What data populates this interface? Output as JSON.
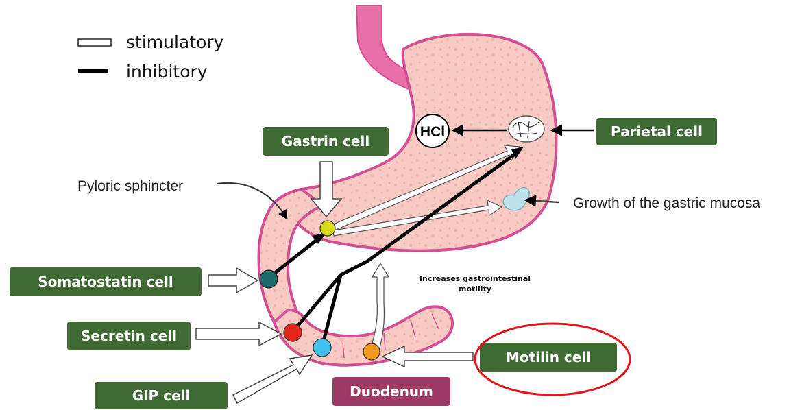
{
  "legend": {
    "stimulatory": "stimulatory",
    "inhibitory": "inhibitory"
  },
  "labels": {
    "gastrin_cell": "Gastrin cell",
    "parietal_cell": "Parietal cell",
    "hcl": "HCl",
    "pyloric_sphincter": "Pyloric sphincter",
    "growth_mucosa": "Growth of the gastric mucosa",
    "somatostatin_cell": "Somatostatin cell",
    "secretin_cell": "Secretin cell",
    "gip_cell": "GIP cell",
    "duodenum": "Duodenum",
    "motilin_cell": "Motilin cell",
    "motility_line1": "Increases gastrointestinal",
    "motility_line2": "motility"
  },
  "colors": {
    "label_green": "#3f6a33",
    "duodenum_label": "#9c3a63",
    "stomach_fill": "#f6c9c3",
    "stomach_outline": "#d34f93",
    "highlight_circle": "#e8141c",
    "gastrin_dot": "#d8d816",
    "somatostatin_dot": "#1f6c6e",
    "secretin_dot": "#e3271b",
    "gip_dot": "#41c2ee",
    "motilin_dot": "#f29a1f"
  }
}
